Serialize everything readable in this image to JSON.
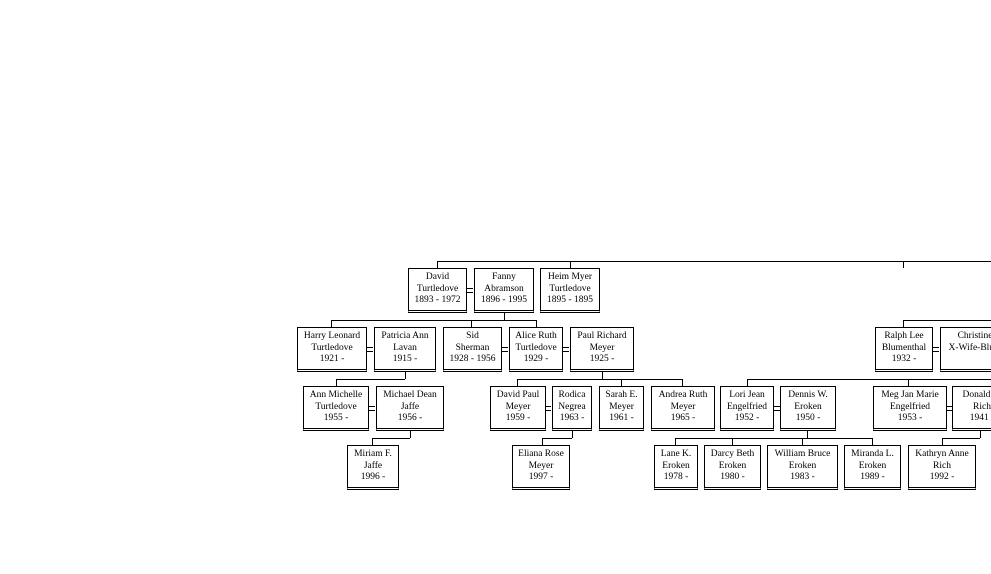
{
  "people": [
    {
      "id": "david_t",
      "lines": [
        "David",
        "Turtledove",
        "1893 - 1972"
      ]
    },
    {
      "id": "fanny",
      "lines": [
        "Fanny",
        "Abramson",
        "1896 - 1995"
      ]
    },
    {
      "id": "heim",
      "lines": [
        "Heim Myer",
        "Turtledove",
        "1895 - 1895"
      ]
    },
    {
      "id": "harry",
      "lines": [
        "Harry Leonard",
        "Turtledove",
        "1921 -"
      ]
    },
    {
      "id": "patricia",
      "lines": [
        "Patricia Ann",
        "Lavan",
        "1915 -"
      ]
    },
    {
      "id": "sid",
      "lines": [
        "Sid",
        "Sherman",
        "1928 - 1956"
      ]
    },
    {
      "id": "alice",
      "lines": [
        "Alice Ruth",
        "Turtledove",
        "1929 -"
      ]
    },
    {
      "id": "paul",
      "lines": [
        "Paul Richard",
        "Meyer",
        "1925 -"
      ]
    },
    {
      "id": "ann",
      "lines": [
        "Ann Michelle",
        "Turtledove",
        "1955 -"
      ]
    },
    {
      "id": "michael",
      "lines": [
        "Michael Dean",
        "Jaffe",
        "1956 -"
      ]
    },
    {
      "id": "miriam",
      "lines": [
        "Miriam F.",
        "Jaffe",
        "1996 -"
      ]
    },
    {
      "id": "davidpaul",
      "lines": [
        "David Paul",
        "Meyer",
        "1959 -"
      ]
    },
    {
      "id": "rodica",
      "lines": [
        "Rodica",
        "Negrea",
        "1963 -"
      ]
    },
    {
      "id": "sarah",
      "lines": [
        "Sarah E.",
        "Meyer",
        "1961 -"
      ]
    },
    {
      "id": "andrea",
      "lines": [
        "Andrea Ruth",
        "Meyer",
        "1965 -"
      ]
    },
    {
      "id": "eliana",
      "lines": [
        "Eliana Rose",
        "Meyer",
        "1997 -"
      ]
    },
    {
      "id": "ralph",
      "lines": [
        "Ralph Lee",
        "Blumenthal",
        "1932 -"
      ]
    },
    {
      "id": "christine",
      "lines": [
        "Christine",
        "X-Wife-Blum",
        ""
      ]
    },
    {
      "id": "lori",
      "lines": [
        "Lori Jean",
        "Engelfried",
        "1952 -"
      ]
    },
    {
      "id": "dennis",
      "lines": [
        "Dennis W.",
        "Eroken",
        "1950 -"
      ]
    },
    {
      "id": "meg",
      "lines": [
        "Meg Jan Marie",
        "Engelfried",
        "1953 -"
      ]
    },
    {
      "id": "donald",
      "lines": [
        "Donald R.",
        "Rich",
        "1941 -"
      ]
    },
    {
      "id": "lane",
      "lines": [
        "Lane K.",
        "Eroken",
        "1978 -"
      ]
    },
    {
      "id": "darcy",
      "lines": [
        "Darcy Beth",
        "Eroken",
        "1980 -"
      ]
    },
    {
      "id": "william",
      "lines": [
        "William Bruce",
        "Eroken",
        "1983 -"
      ]
    },
    {
      "id": "miranda",
      "lines": [
        "Miranda L.",
        "Eroken",
        "1989 -"
      ]
    },
    {
      "id": "kathryn",
      "lines": [
        "Kathryn Anne",
        "Rich",
        "1992 -"
      ]
    }
  ]
}
